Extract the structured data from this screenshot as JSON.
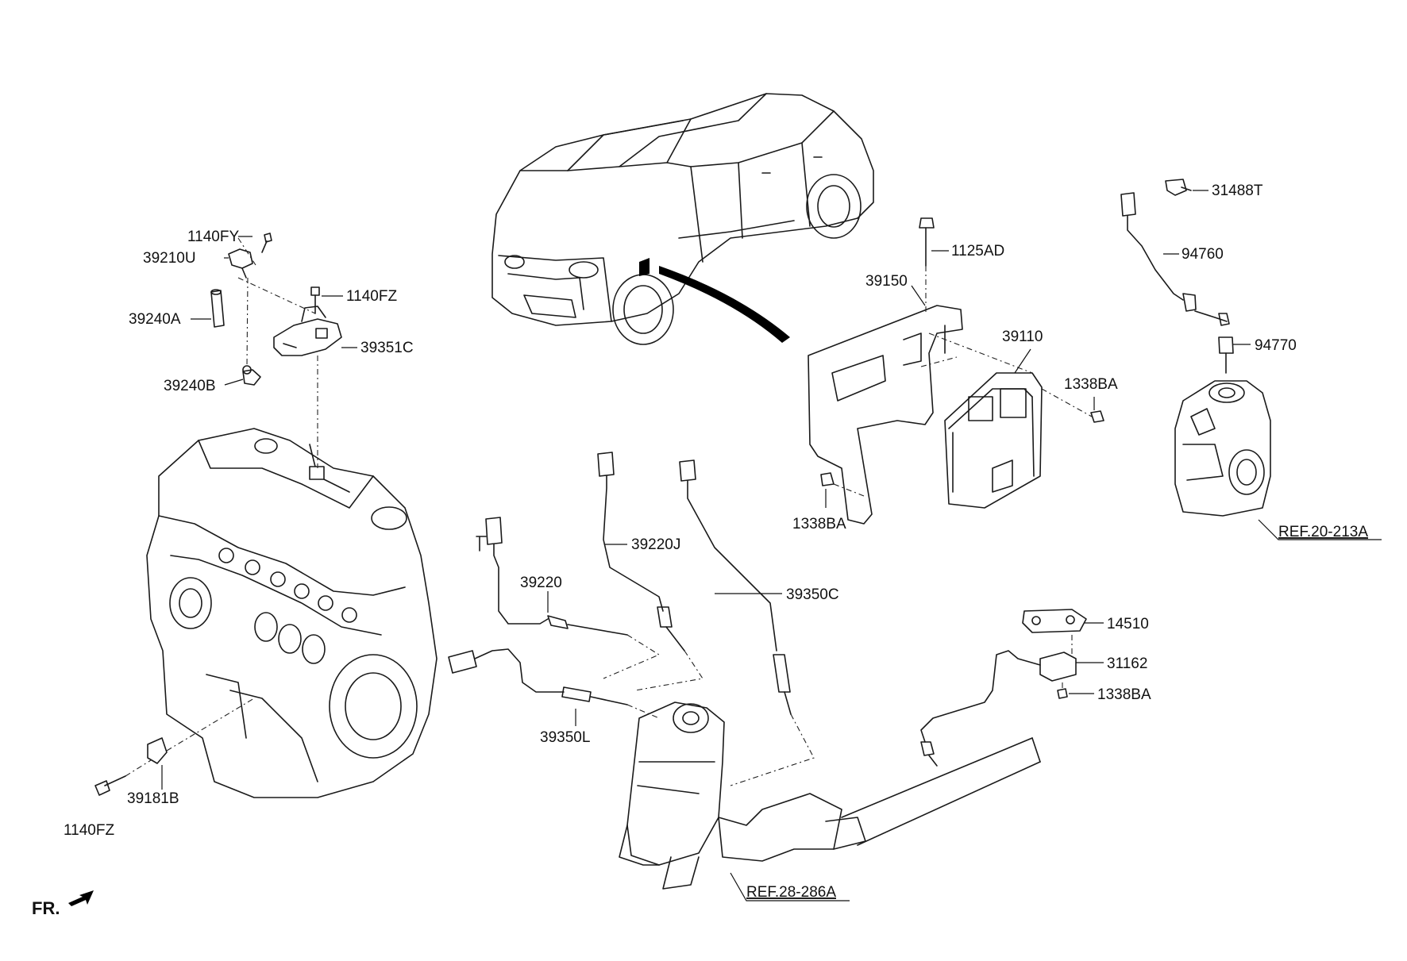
{
  "labels": {
    "p_1140FY": "1140FY",
    "p_39210U": "39210U",
    "p_39240A": "39240A",
    "p_39240B": "39240B",
    "p_1140FZ_top": "1140FZ",
    "p_39351C": "39351C",
    "p_39181B": "39181B",
    "p_1140FZ_bottom": "1140FZ",
    "p_39220": "39220",
    "p_39220J": "39220J",
    "p_39350C": "39350C",
    "p_39350L": "39350L",
    "p_1125AD": "1125AD",
    "p_39150": "39150",
    "p_39110": "39110",
    "p_1338BA_ecu": "1338BA",
    "p_1338BA_bracket": "1338BA",
    "p_31488T": "31488T",
    "p_94760": "94760",
    "p_94770": "94770",
    "p_14510": "14510",
    "p_31162": "31162",
    "p_1338BA_exhaust": "1338BA",
    "ref_20_213A": "REF.20-213A",
    "ref_28_286A": "REF.28-286A",
    "front_marker": "FR."
  },
  "colors": {
    "line": "#1a1a1a",
    "background": "#ffffff",
    "arrow": "#000000"
  },
  "icons": {
    "front_arrow": "arrow-icon"
  }
}
